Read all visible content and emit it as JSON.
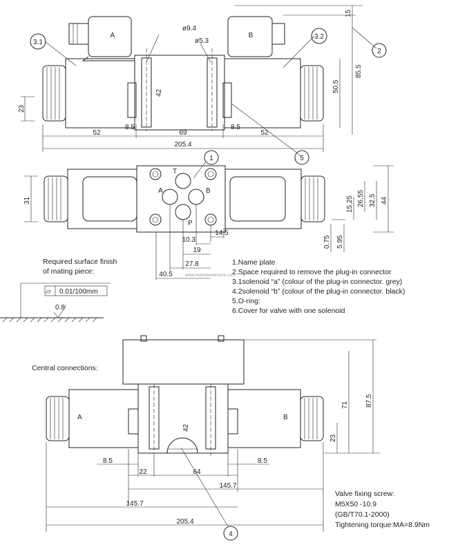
{
  "top_view": {
    "balloons": [
      "3.1",
      "3.2",
      "2",
      "5"
    ],
    "solenoid_letters": [
      "A",
      "B"
    ],
    "dims": {
      "d1": "ø9.4",
      "d2": "ø5.3",
      "h42": "42",
      "h23": "23",
      "w52a": "52",
      "w8_5a": "8.5",
      "w69": "69",
      "w8_5b": "8.5",
      "w52b": "52",
      "total": "205.4",
      "v15": "15",
      "v85_5": "85.5",
      "v50_5": "50.5"
    }
  },
  "plan_view": {
    "balloon": "1",
    "ports": [
      "T",
      "A",
      "B",
      "P"
    ],
    "dims": {
      "v31": "31",
      "v44": "44",
      "v32_5": "32.5",
      "v26_55": "26.55",
      "v15_25": "15.25",
      "v0_75": "0.75",
      "v5_95": "5.95",
      "h10_3": "10.3",
      "h14_5": "14.5",
      "h19": "19",
      "h27_8": "27.8",
      "h40_5": "40.5"
    },
    "watermark": "www.motorpowersone.com"
  },
  "surface": {
    "title_line1": "Required surface finish",
    "title_line2": "of mating piece:",
    "tolerance": "0.01/100mm",
    "roughness": "0.8"
  },
  "notes": [
    "1.Name plate",
    "2.Space required to remove the plug-in connector",
    "3.1solenoid  “a”  (colour of the plug-in connector. grey)",
    "4.2solenoid  “b”  (colour of the plug-in connector. black)",
    "5.O-ring:",
    "6.Cover for valve with one solenoid"
  ],
  "front_view": {
    "heading": "Central connections:",
    "balloon": "4",
    "side_labels": [
      "A",
      "B"
    ],
    "dims": {
      "v87_5": "87.5",
      "v71": "71",
      "v42": "42",
      "v23": "23",
      "h8_5a": "8.5",
      "h8_5b": "8.5",
      "h22": "22",
      "h64": "64",
      "h145_7a": "145.7",
      "h145_7b": "145.7",
      "h205_4": "205.4"
    }
  },
  "fixing": {
    "line1": "Valve fixing screw:",
    "line2": "M5X50 -10.9",
    "line3": "(GB/T70.1-2000)",
    "line4": "Tightening torque:MA=8.9Nm"
  }
}
